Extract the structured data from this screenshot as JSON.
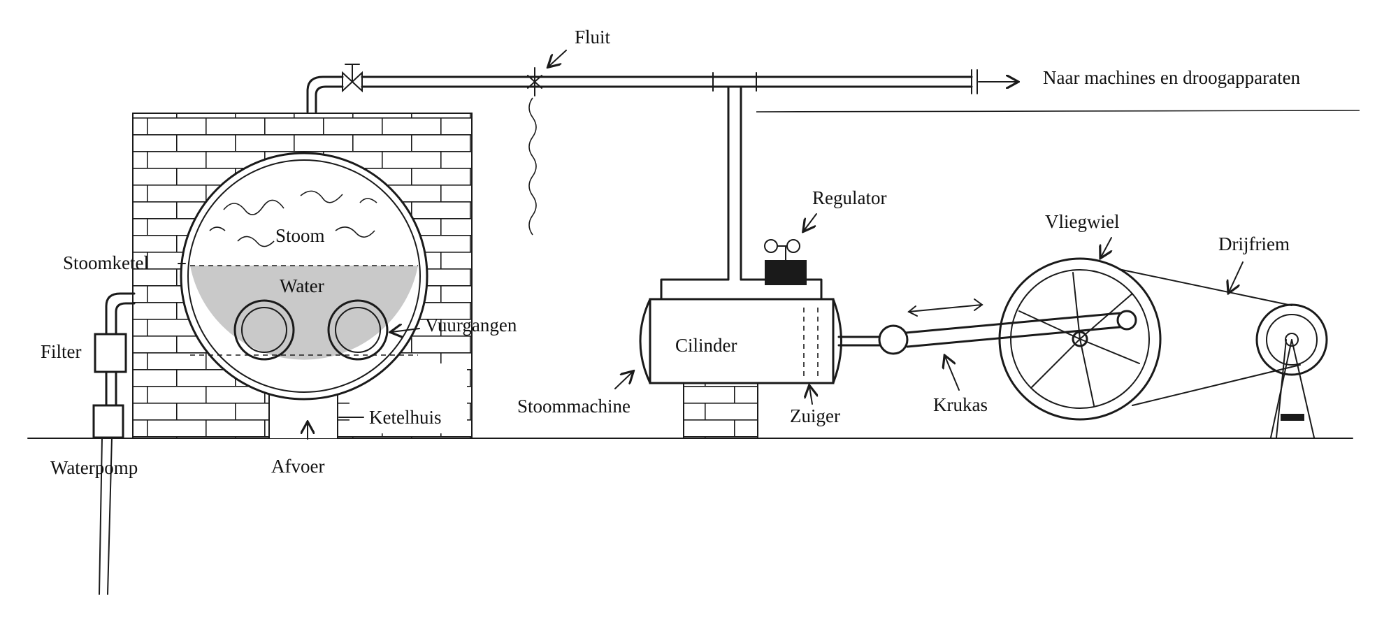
{
  "labels": {
    "fluit": "Fluit",
    "naar_machines": "Naar machines en droogapparaten",
    "regulator": "Regulator",
    "vliegwiel": "Vliegwiel",
    "drijfriem": "Drijfriem",
    "stoom": "Stoom",
    "stoomketel": "Stoomketel",
    "water": "Water",
    "vuurgangen": "Vuurgangen",
    "filter": "Filter",
    "cilinder": "Cilinder",
    "ketelhuis": "Ketelhuis",
    "stoommachine": "Stoommachine",
    "zuiger": "Zuiger",
    "krukas": "Krukas",
    "waterpomp": "Waterpomp",
    "afvoer": "Afvoer"
  },
  "colors": {
    "ink": "#1a1a1a",
    "water_fill": "#c9c9c9",
    "paper": "#ffffff"
  }
}
